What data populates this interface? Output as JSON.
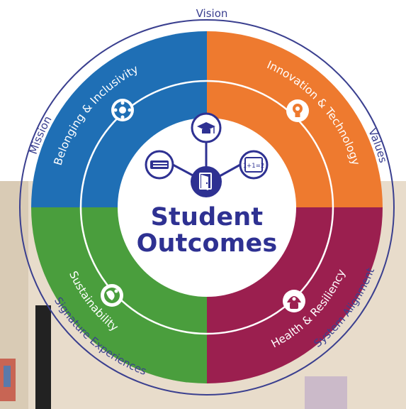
{
  "diagram": {
    "center_title_line1": "Student",
    "center_title_line2": "Outcomes",
    "outer_ring": [
      "Vision",
      "Values",
      "System Alignment",
      "Signature Experiences",
      "Mission"
    ],
    "wedges": [
      {
        "label": "Belonging & Inclusivity",
        "color": "#1f6fb5",
        "icon": "group-circle-icon"
      },
      {
        "label": "Innovation & Technology",
        "color": "#ee7a2f",
        "icon": "lightbulb-gear-icon"
      },
      {
        "label": "Health & Resiliency",
        "color": "#9b1f4f",
        "icon": "helmet-person-icon"
      },
      {
        "label": "Sustainability",
        "color": "#4a9e3d",
        "icon": "globe-icon"
      }
    ],
    "center_icons": [
      "graduation-cap-icon",
      "book-icon",
      "math-equation-icon",
      "door-icon"
    ],
    "center_icon_text": "1+1=2",
    "colors": {
      "navy": "#2e3192",
      "ring": "#3a3f8f"
    }
  }
}
